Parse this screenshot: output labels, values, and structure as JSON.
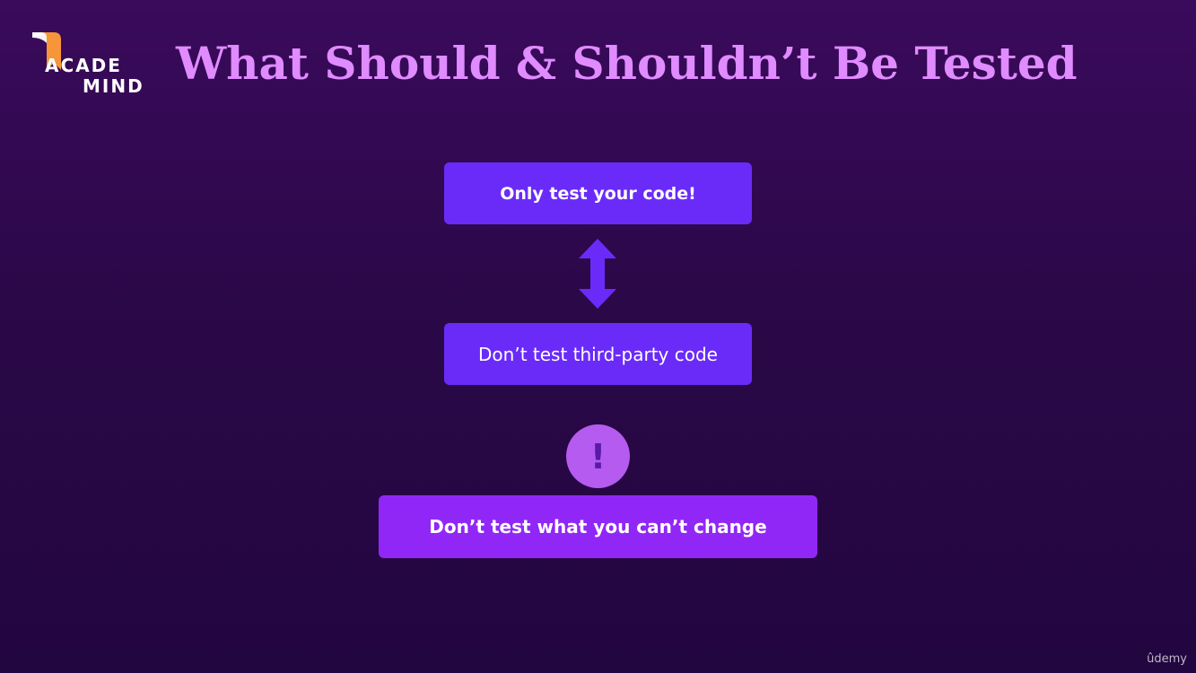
{
  "slide": {
    "title": "What Should & Shouldn’t Be Tested",
    "logo": {
      "line1": "ACADE",
      "line2": "MIND"
    },
    "top_box": "Only test your code!",
    "middle_box": "Don’t test third-party code",
    "alert_glyph": "!",
    "bottom_box": "Don’t test what you can’t change",
    "watermark": "ûdemy"
  },
  "icons": {
    "arrow": "double-vertical-arrow-icon",
    "alert": "exclamation-circle-icon"
  },
  "colors": {
    "background_top": "#3a0a5c",
    "background_bottom": "#220640",
    "title": "#e08bff",
    "box_primary": "#6a2bf8",
    "box_accent": "#9127f6",
    "alert_circle": "#b55bef",
    "logo_orange": "#f7953a"
  }
}
